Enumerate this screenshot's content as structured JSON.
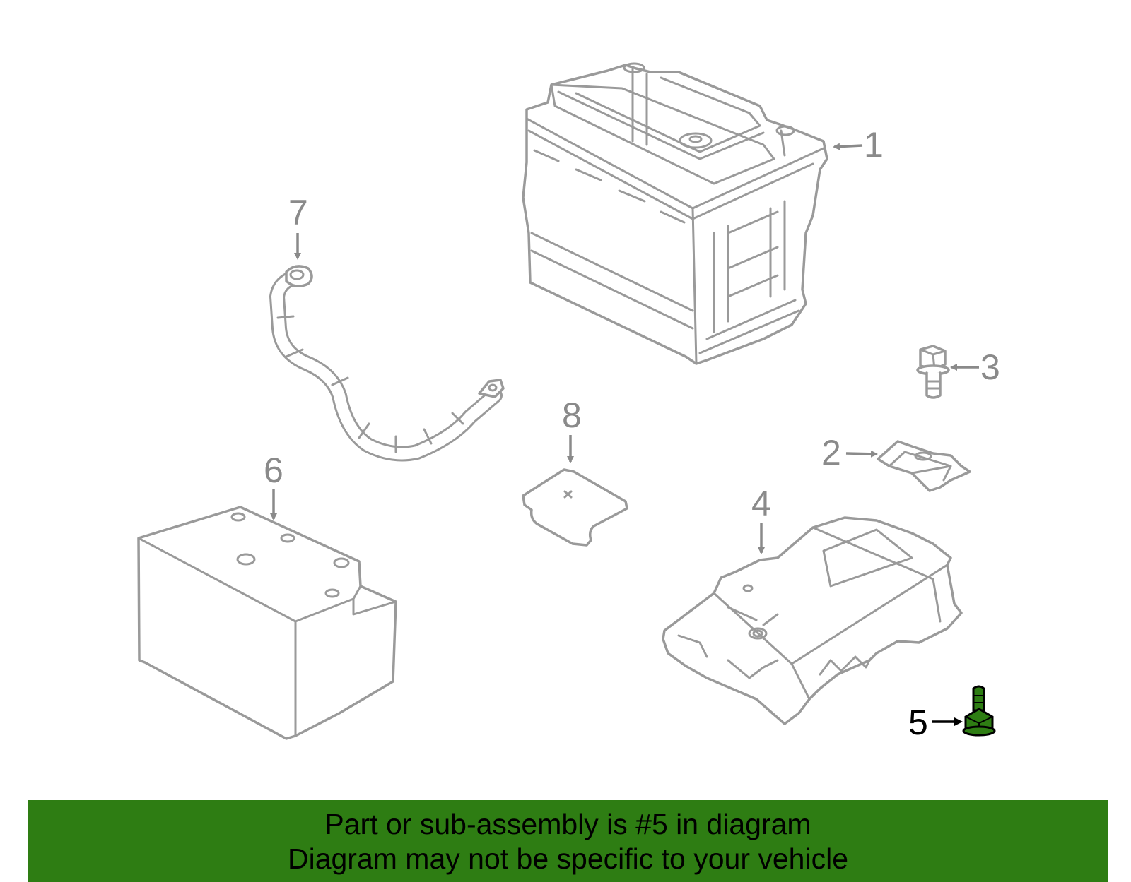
{
  "callouts": [
    {
      "number": "1",
      "part": "battery"
    },
    {
      "number": "2",
      "part": "hold-down-clamp"
    },
    {
      "number": "3",
      "part": "bolt"
    },
    {
      "number": "4",
      "part": "battery-tray"
    },
    {
      "number": "5",
      "part": "bolt",
      "highlighted": true
    },
    {
      "number": "6",
      "part": "insulator"
    },
    {
      "number": "7",
      "part": "cable"
    },
    {
      "number": "8",
      "part": "pad"
    }
  ],
  "colors": {
    "highlight_part": "#2e7d13",
    "banner_background": "#2e7d13",
    "line_art": "#9a9a9a",
    "active_label": "#000000"
  },
  "banner": {
    "line1": "Part or sub-assembly is #5 in diagram",
    "line2": "Diagram may not be specific to your vehicle"
  }
}
